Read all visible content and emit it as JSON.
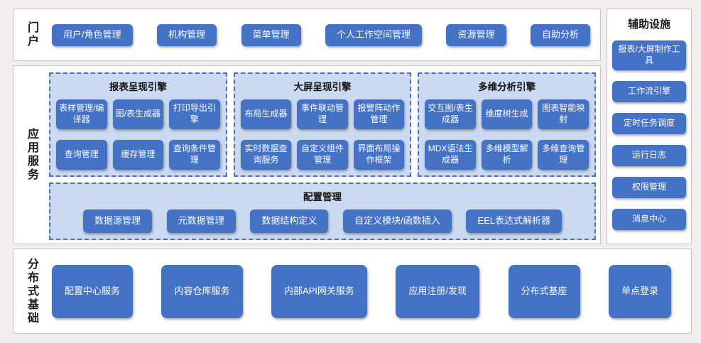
{
  "portal": {
    "label": "门户",
    "items": [
      "用户/角色管理",
      "机构管理",
      "菜单管理",
      "个人工作空间管理",
      "资源管理",
      "自助分析"
    ]
  },
  "aux": {
    "title": "辅助设施",
    "items": [
      "报表/大屏制作工具",
      "工作流引擎",
      "定时任务调度",
      "运行日志",
      "权限管理",
      "消息中心"
    ]
  },
  "app": {
    "label": "应用服务",
    "engines": [
      {
        "title": "报表呈现引擎",
        "items": [
          "表样管理/编译器",
          "图/表生成器",
          "打印导出引擎",
          "查询管理",
          "缓存管理",
          "查询条件管理"
        ]
      },
      {
        "title": "大屏呈现引擎",
        "items": [
          "布局生成器",
          "事件联动管理",
          "报警阵动作管理",
          "实时数据查询服务",
          "自定义组件管理",
          "界面布局操作框架"
        ]
      },
      {
        "title": "多维分析引擎",
        "items": [
          "交互图/表生成器",
          "维度树生成",
          "图表智能映射",
          "MDX语法生成器",
          "多维模型解析",
          "多维查询管理"
        ]
      }
    ],
    "config": {
      "title": "配置管理",
      "items": [
        "数据源管理",
        "元数据管理",
        "数据结构定义",
        "自定义模块/函数插入",
        "EEL表达式解析器"
      ]
    }
  },
  "foundation": {
    "label": "分布式基础",
    "items": [
      "配置中心服务",
      "内容仓库服务",
      "内部API网关服务",
      "应用注册/发现",
      "分布式基座",
      "单点登录"
    ]
  },
  "colors": {
    "button_blue": "#4472c4",
    "panel_blue": "#cbd9f1",
    "dashed_border": "#4a6fb5"
  }
}
